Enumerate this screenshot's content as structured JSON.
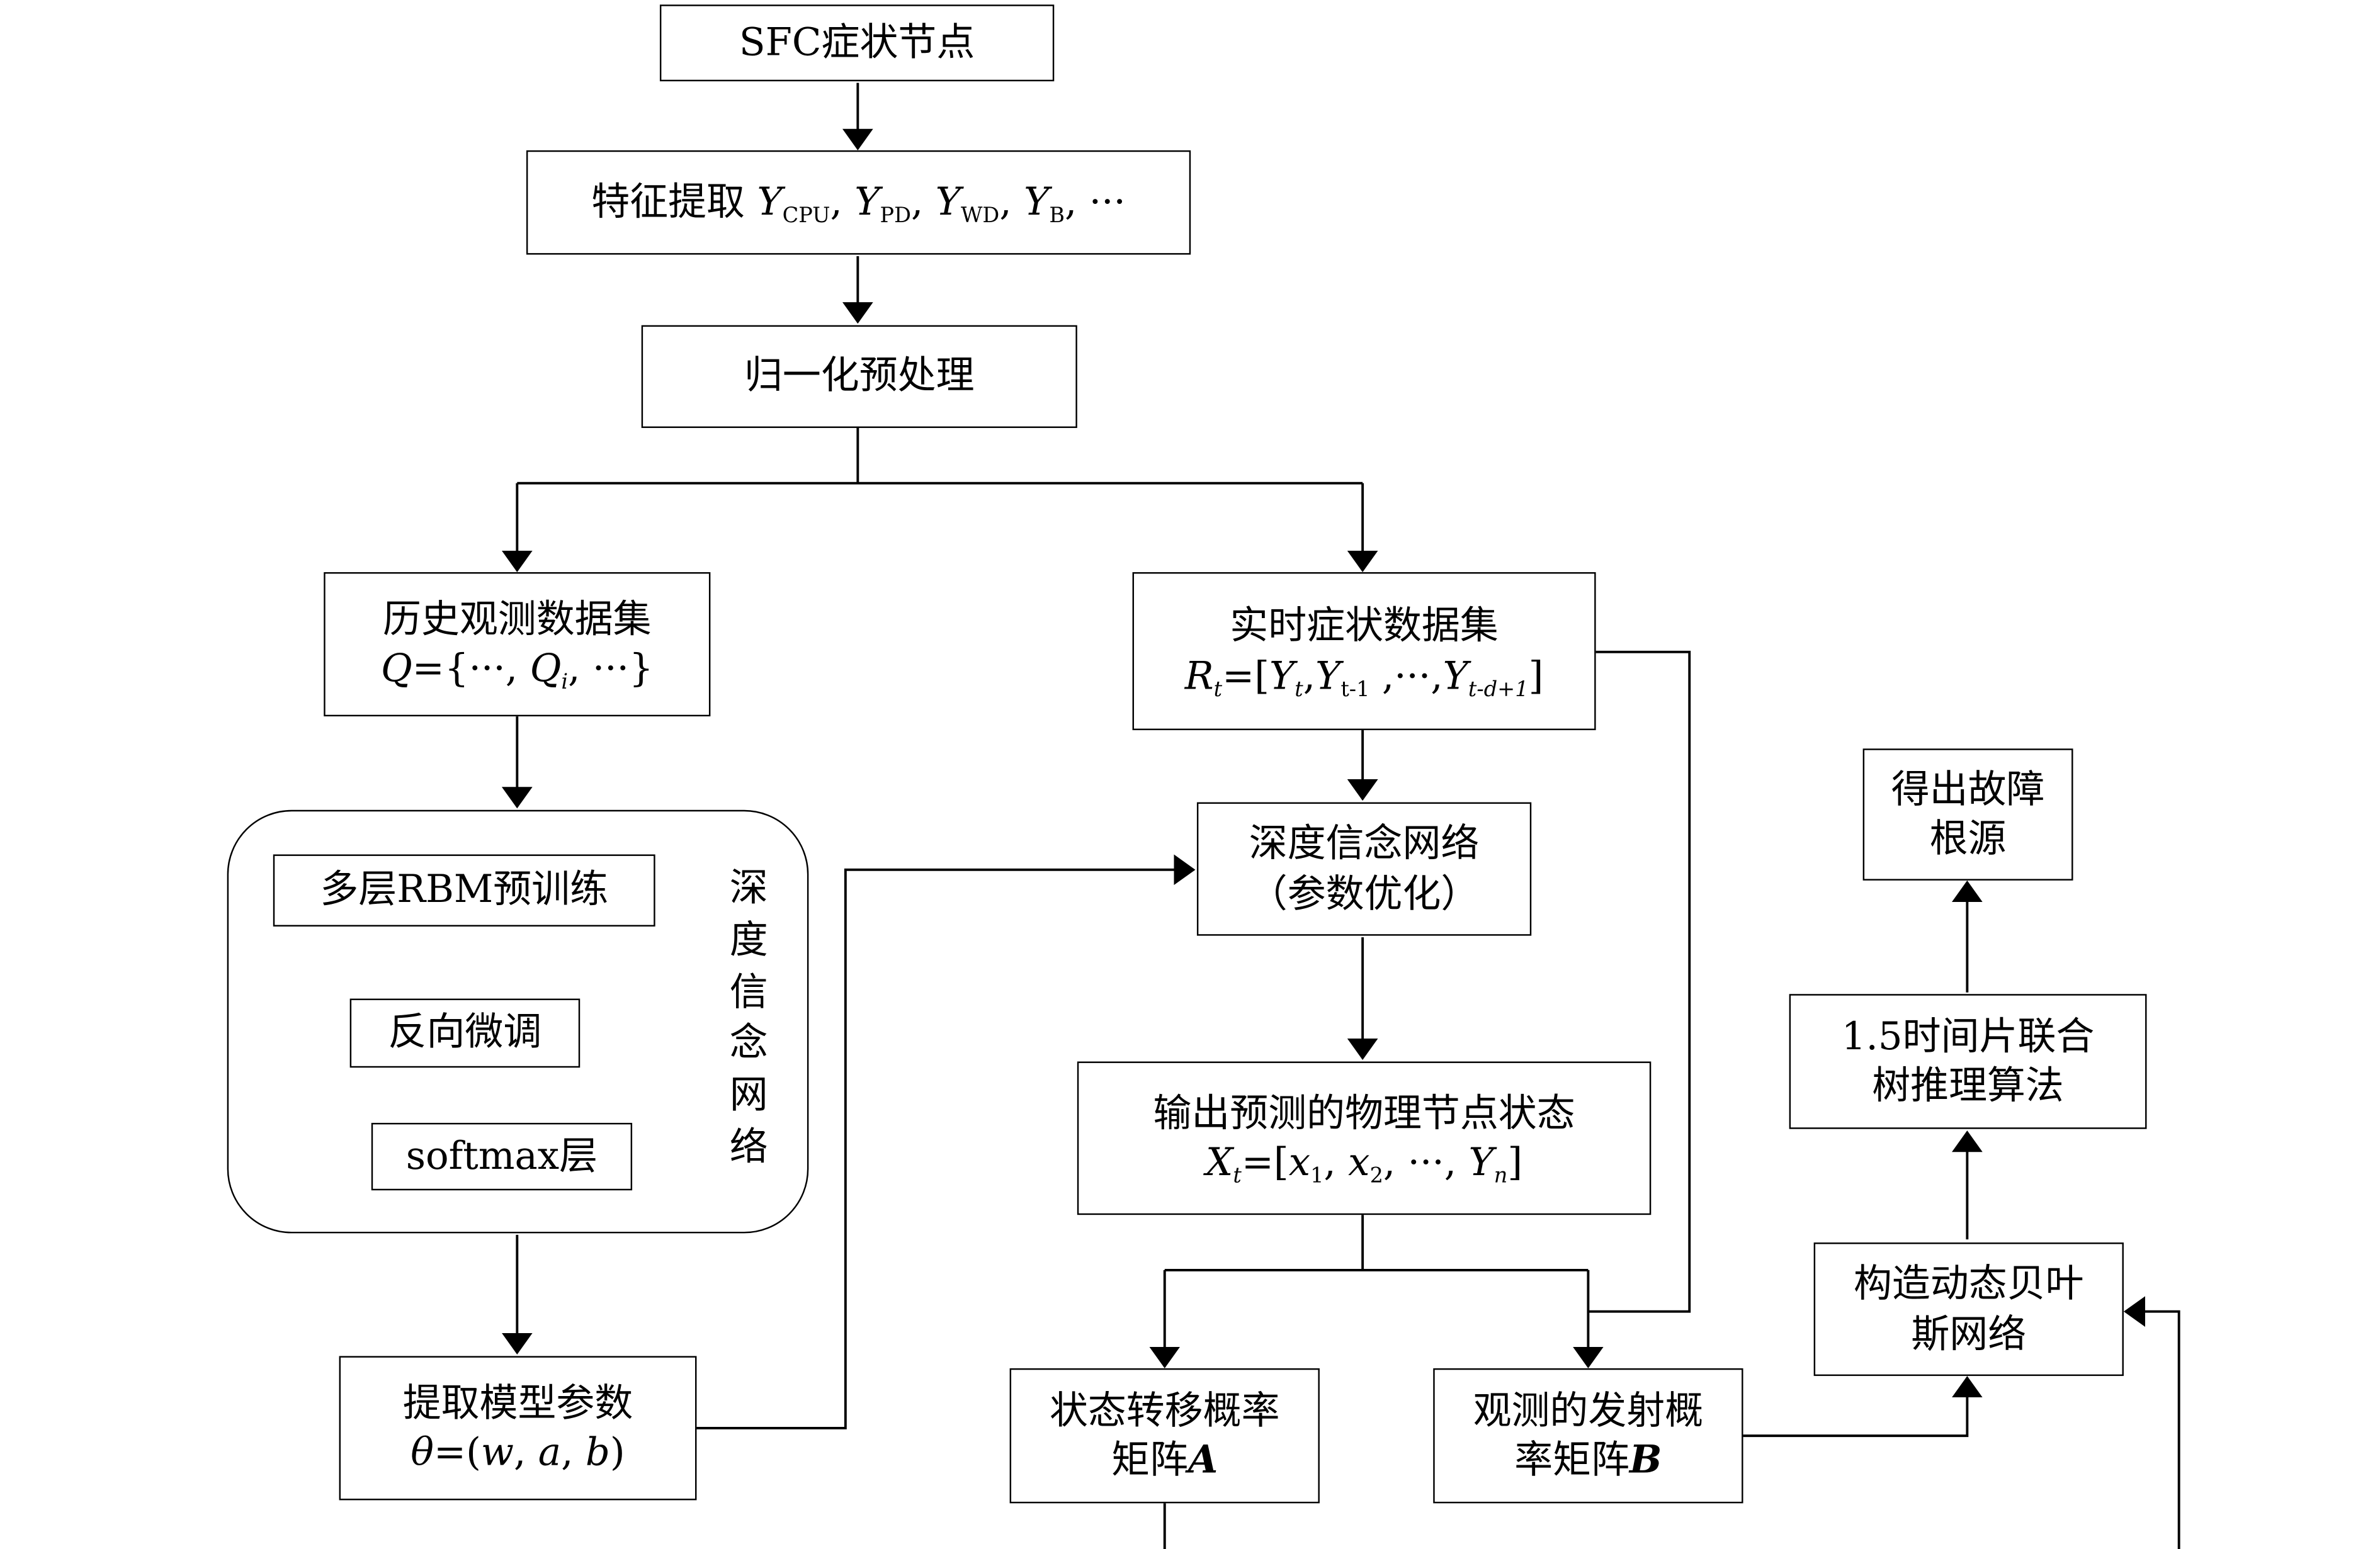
{
  "nodes": {
    "sfc": "SFC症状节点",
    "feature": {
      "label": "特征提取",
      "vars": [
        {
          "base": "Y",
          "sub": "CPU"
        },
        {
          "base": "Y",
          "sub": "PD"
        },
        {
          "base": "Y",
          "sub": "WD"
        },
        {
          "base": "Y",
          "sub": "B"
        }
      ],
      "tail": "···"
    },
    "normalize": "归一化预处理",
    "history": {
      "line1": "历史观测数据集",
      "q": "Q",
      "eq": "={···, ",
      "qi": "Q",
      "qi_sub": "i",
      "end": ", ···}"
    },
    "realtime": {
      "line1": "实时症状数据集",
      "r": "R",
      "r_sub": "t",
      "eq": "=[",
      "y1": "Y",
      "y1_sub": "t",
      "y2": "Y",
      "y2_sub": "t-1",
      "mid": " ,···,",
      "y3": "Y",
      "y3_sub": "t-d+1",
      "end": "]"
    },
    "dbn_group": {
      "rbm": "多层RBM预训练",
      "backprop": "反向微调",
      "softmax": "softmax层",
      "side_label": [
        "深",
        "度",
        "信",
        "念",
        "网",
        "络"
      ]
    },
    "extract_params": {
      "line1": "提取模型参数",
      "theta": "θ",
      "eq": "=(",
      "w": "w",
      "a": "a",
      "b": "b",
      "sep": ", ",
      "end": ")"
    },
    "dbn_opt": {
      "line1": "深度信念网络",
      "line2": "（参数优化）"
    },
    "output": {
      "line1": "输出预测的物理节点状态",
      "x": "X",
      "x_sub": "t",
      "eq": "=[",
      "x1": "x",
      "x1_sub": "1",
      "x2": "x",
      "x2_sub": "2",
      "dots": "···",
      "yn": "Y",
      "yn_sub": "n",
      "sep": ", ",
      "end": "]"
    },
    "transition": {
      "line1": "状态转移概率",
      "line2": "矩阵",
      "symbol": "A"
    },
    "emission": {
      "line1": "观测的发射概",
      "line2": "率矩阵",
      "symbol": "B"
    },
    "dbn_build": {
      "line1": "构造动态贝叶",
      "line2": "斯网络"
    },
    "inference": {
      "line1": "1.5时间片联合",
      "line2": "树推理算法"
    },
    "root": {
      "line1": "得出故障",
      "line2": "根源"
    }
  }
}
